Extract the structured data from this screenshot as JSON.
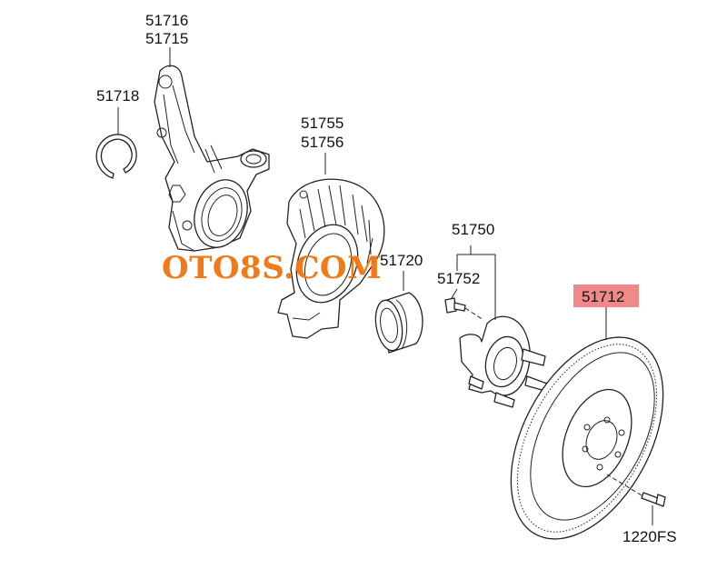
{
  "part_numbers": {
    "knuckle_a": "51716",
    "knuckle_b": "51715",
    "snap_ring": "51718",
    "dust_cover_a": "51755",
    "dust_cover_b": "51756",
    "bearing": "51720",
    "hub": "51750",
    "hub_bolt": "51752",
    "disc": "51712",
    "disc_screw": "1220FS"
  },
  "highlight_color": "#f08a8a",
  "watermark": {
    "text": "OTO8S.COM",
    "color": "#f07a1a"
  }
}
